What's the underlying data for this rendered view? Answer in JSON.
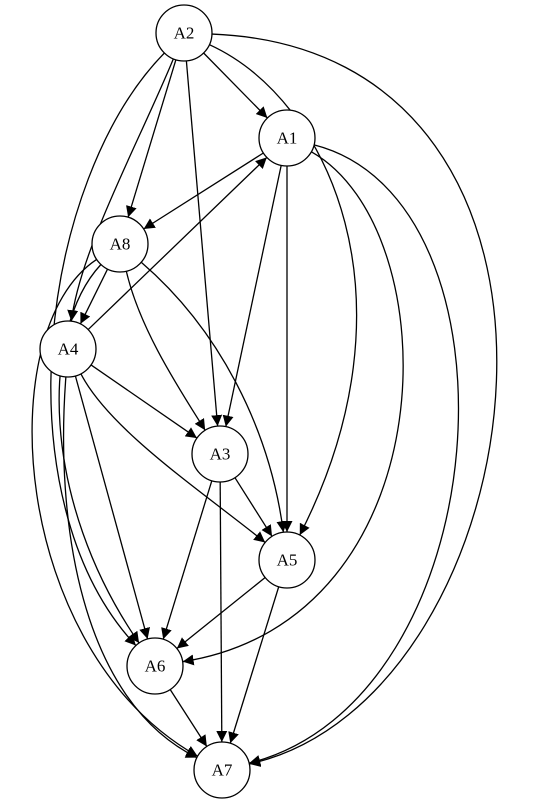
{
  "diagram": {
    "type": "directed-graph",
    "nodes": [
      {
        "id": "A2",
        "label": "A2"
      },
      {
        "id": "A1",
        "label": "A1"
      },
      {
        "id": "A8",
        "label": "A8"
      },
      {
        "id": "A4",
        "label": "A4"
      },
      {
        "id": "A3",
        "label": "A3"
      },
      {
        "id": "A5",
        "label": "A5"
      },
      {
        "id": "A6",
        "label": "A6"
      },
      {
        "id": "A7",
        "label": "A7"
      }
    ],
    "edges": [
      {
        "from": "A2",
        "to": "A1"
      },
      {
        "from": "A2",
        "to": "A8"
      },
      {
        "from": "A2",
        "to": "A4"
      },
      {
        "from": "A2",
        "to": "A3"
      },
      {
        "from": "A2",
        "to": "A5"
      },
      {
        "from": "A2",
        "to": "A6"
      },
      {
        "from": "A2",
        "to": "A7"
      },
      {
        "from": "A1",
        "to": "A8"
      },
      {
        "from": "A1",
        "to": "A3"
      },
      {
        "from": "A1",
        "to": "A5"
      },
      {
        "from": "A1",
        "to": "A6"
      },
      {
        "from": "A1",
        "to": "A7"
      },
      {
        "from": "A8",
        "to": "A4"
      },
      {
        "from": "A8",
        "to": "A3"
      },
      {
        "from": "A8",
        "to": "A5"
      },
      {
        "from": "A8",
        "to": "A6"
      },
      {
        "from": "A8",
        "to": "A7"
      },
      {
        "from": "A4",
        "to": "A1"
      },
      {
        "from": "A4",
        "to": "A3"
      },
      {
        "from": "A4",
        "to": "A5"
      },
      {
        "from": "A4",
        "to": "A6"
      },
      {
        "from": "A4",
        "to": "A7"
      },
      {
        "from": "A3",
        "to": "A5"
      },
      {
        "from": "A3",
        "to": "A6"
      },
      {
        "from": "A3",
        "to": "A7"
      },
      {
        "from": "A5",
        "to": "A6"
      },
      {
        "from": "A5",
        "to": "A7"
      },
      {
        "from": "A6",
        "to": "A7"
      }
    ],
    "colors": {
      "stroke": "#000000",
      "background": "#ffffff"
    }
  }
}
